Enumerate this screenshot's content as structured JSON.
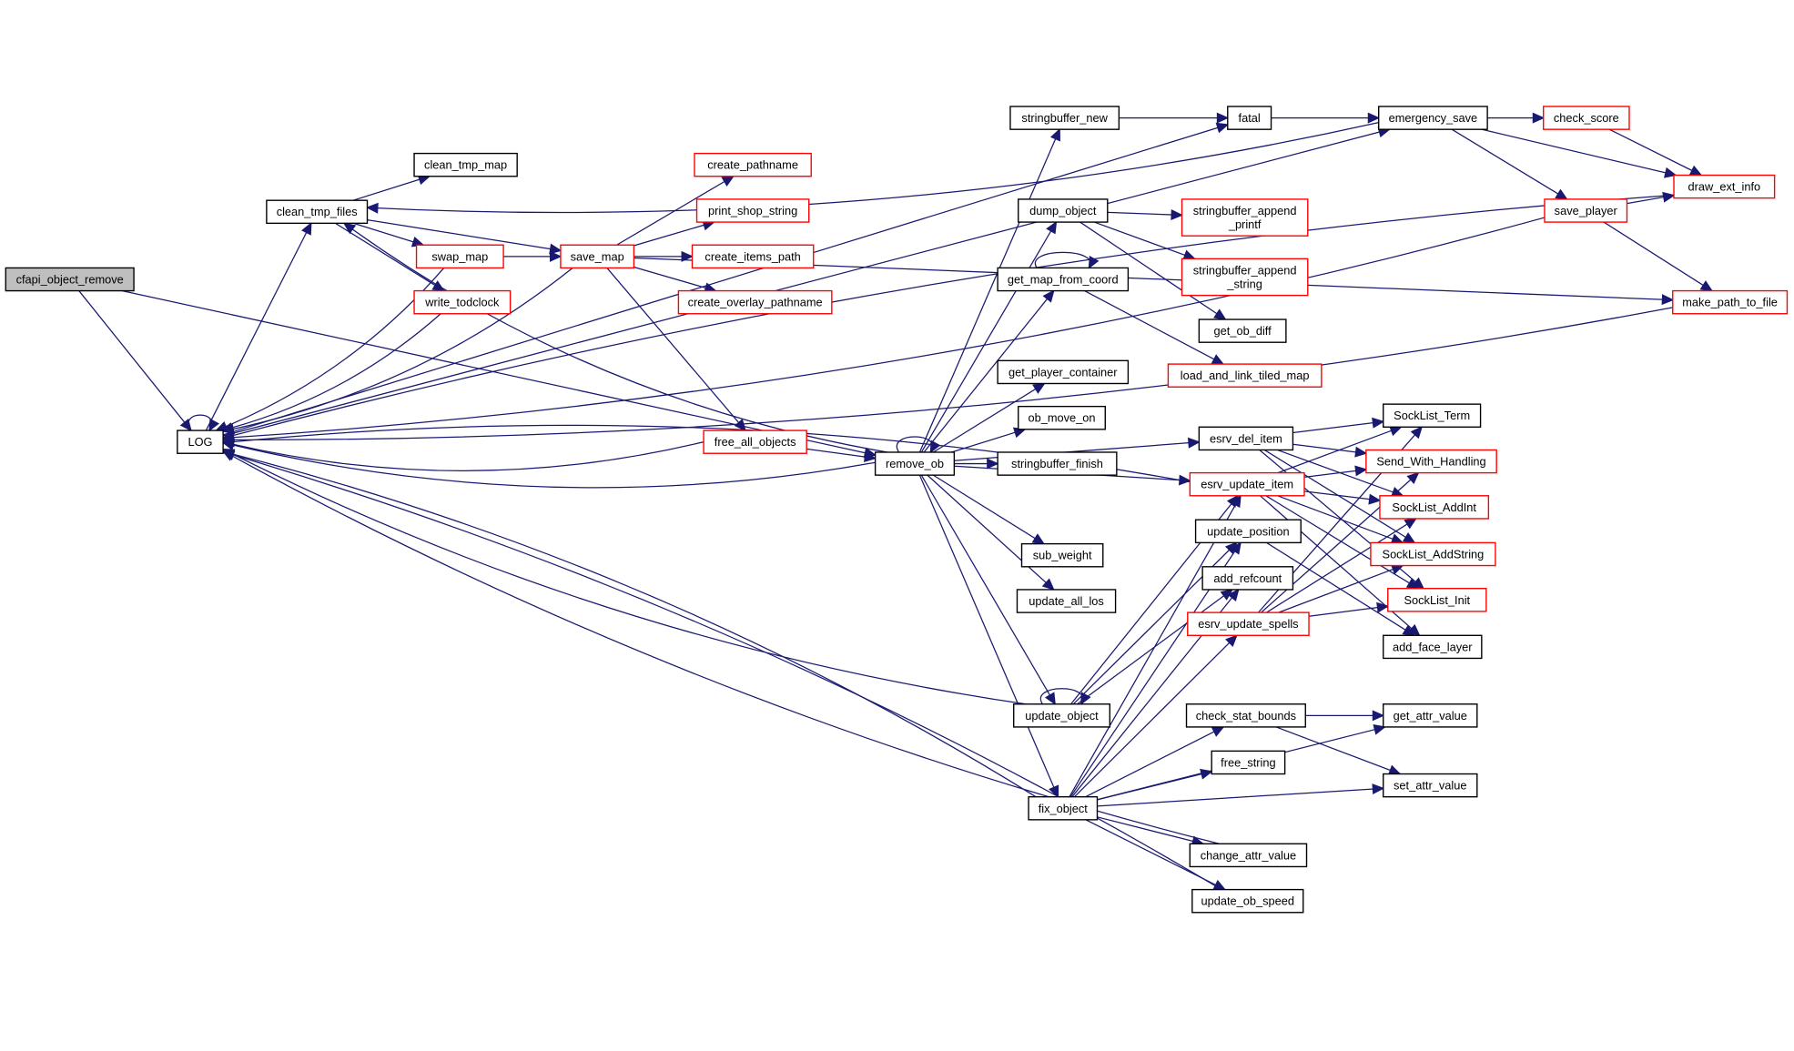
{
  "title": "cfapi_object_remove call graph",
  "colors": {
    "edge": "#191970",
    "node_border": "#000000",
    "node_border_incomplete": "#ff0000",
    "root_fill": "#bfbfbf"
  },
  "nodes": [
    {
      "id": "cfapi_object_remove",
      "label": "cfapi_object_remove",
      "style": "root"
    },
    {
      "id": "LOG",
      "label": "LOG",
      "style": "black"
    },
    {
      "id": "clean_tmp_files",
      "label": "clean_tmp_files",
      "style": "black"
    },
    {
      "id": "clean_tmp_map",
      "label": "clean_tmp_map",
      "style": "black"
    },
    {
      "id": "swap_map",
      "label": "swap_map",
      "style": "red"
    },
    {
      "id": "write_todclock",
      "label": "write_todclock",
      "style": "red"
    },
    {
      "id": "save_map",
      "label": "save_map",
      "style": "red"
    },
    {
      "id": "create_pathname",
      "label": "create_pathname",
      "style": "red"
    },
    {
      "id": "print_shop_string",
      "label": "print_shop_string",
      "style": "red"
    },
    {
      "id": "create_items_path",
      "label": "create_items_path",
      "style": "red"
    },
    {
      "id": "create_overlay_pathname",
      "label": "create_overlay_pathname",
      "style": "red"
    },
    {
      "id": "free_all_objects",
      "label": "free_all_objects",
      "style": "red"
    },
    {
      "id": "remove_ob",
      "label": "remove_ob",
      "style": "black"
    },
    {
      "id": "stringbuffer_new",
      "label": "stringbuffer_new",
      "style": "black"
    },
    {
      "id": "fatal",
      "label": "fatal",
      "style": "black"
    },
    {
      "id": "emergency_save",
      "label": "emergency_save",
      "style": "black"
    },
    {
      "id": "check_score",
      "label": "check_score",
      "style": "red"
    },
    {
      "id": "draw_ext_info",
      "label": "draw_ext_info",
      "style": "red"
    },
    {
      "id": "save_player",
      "label": "save_player",
      "style": "red"
    },
    {
      "id": "make_path_to_file",
      "label": "make_path_to_file",
      "style": "red"
    },
    {
      "id": "dump_object",
      "label": "dump_object",
      "style": "black"
    },
    {
      "id": "stringbuffer_append_printf",
      "label": "stringbuffer_append\n_printf",
      "style": "red"
    },
    {
      "id": "stringbuffer_append_string",
      "label": "stringbuffer_append\n_string",
      "style": "red"
    },
    {
      "id": "get_map_from_coord",
      "label": "get_map_from_coord",
      "style": "black"
    },
    {
      "id": "get_ob_diff",
      "label": "get_ob_diff",
      "style": "black"
    },
    {
      "id": "load_and_link_tiled_map",
      "label": "load_and_link_tiled_map",
      "style": "red"
    },
    {
      "id": "get_player_container",
      "label": "get_player_container",
      "style": "black"
    },
    {
      "id": "ob_move_on",
      "label": "ob_move_on",
      "style": "black"
    },
    {
      "id": "stringbuffer_finish",
      "label": "stringbuffer_finish",
      "style": "black"
    },
    {
      "id": "esrv_del_item",
      "label": "esrv_del_item",
      "style": "black"
    },
    {
      "id": "esrv_update_item",
      "label": "esrv_update_item",
      "style": "red"
    },
    {
      "id": "update_position",
      "label": "update_position",
      "style": "black"
    },
    {
      "id": "add_refcount",
      "label": "add_refcount",
      "style": "black"
    },
    {
      "id": "esrv_update_spells",
      "label": "esrv_update_spells",
      "style": "red"
    },
    {
      "id": "sub_weight",
      "label": "sub_weight",
      "style": "black"
    },
    {
      "id": "update_all_los",
      "label": "update_all_los",
      "style": "black"
    },
    {
      "id": "update_object",
      "label": "update_object",
      "style": "black"
    },
    {
      "id": "fix_object",
      "label": "fix_object",
      "style": "black"
    },
    {
      "id": "SockList_Term",
      "label": "SockList_Term",
      "style": "black"
    },
    {
      "id": "Send_With_Handling",
      "label": "Send_With_Handling",
      "style": "red"
    },
    {
      "id": "SockList_AddInt",
      "label": "SockList_AddInt",
      "style": "red"
    },
    {
      "id": "SockList_AddString",
      "label": "SockList_AddString",
      "style": "red"
    },
    {
      "id": "SockList_Init",
      "label": "SockList_Init",
      "style": "red"
    },
    {
      "id": "add_face_layer",
      "label": "add_face_layer",
      "style": "black"
    },
    {
      "id": "check_stat_bounds",
      "label": "check_stat_bounds",
      "style": "black"
    },
    {
      "id": "get_attr_value",
      "label": "get_attr_value",
      "style": "black"
    },
    {
      "id": "free_string",
      "label": "free_string",
      "style": "black"
    },
    {
      "id": "set_attr_value",
      "label": "set_attr_value",
      "style": "black"
    },
    {
      "id": "change_attr_value",
      "label": "change_attr_value",
      "style": "black"
    },
    {
      "id": "update_ob_speed",
      "label": "update_ob_speed",
      "style": "black"
    }
  ],
  "edges": [
    [
      "cfapi_object_remove",
      "LOG"
    ],
    [
      "cfapi_object_remove",
      "remove_ob"
    ],
    [
      "LOG",
      "LOG"
    ],
    [
      "LOG",
      "clean_tmp_files"
    ],
    [
      "LOG",
      "emergency_save"
    ],
    [
      "LOG",
      "fatal"
    ],
    [
      "clean_tmp_files",
      "clean_tmp_map"
    ],
    [
      "clean_tmp_files",
      "swap_map"
    ],
    [
      "clean_tmp_files",
      "write_todclock"
    ],
    [
      "clean_tmp_files",
      "save_map"
    ],
    [
      "swap_map",
      "LOG"
    ],
    [
      "swap_map",
      "save_map"
    ],
    [
      "write_todclock",
      "LOG"
    ],
    [
      "save_map",
      "create_pathname"
    ],
    [
      "save_map",
      "print_shop_string"
    ],
    [
      "save_map",
      "create_items_path"
    ],
    [
      "save_map",
      "create_overlay_pathname"
    ],
    [
      "save_map",
      "free_all_objects"
    ],
    [
      "save_map",
      "LOG"
    ],
    [
      "save_map",
      "make_path_to_file"
    ],
    [
      "free_all_objects",
      "LOG"
    ],
    [
      "free_all_objects",
      "remove_ob"
    ],
    [
      "remove_ob",
      "LOG"
    ],
    [
      "remove_ob",
      "remove_ob"
    ],
    [
      "remove_ob",
      "stringbuffer_new"
    ],
    [
      "remove_ob",
      "dump_object"
    ],
    [
      "remove_ob",
      "get_map_from_coord"
    ],
    [
      "remove_ob",
      "get_player_container"
    ],
    [
      "remove_ob",
      "ob_move_on"
    ],
    [
      "remove_ob",
      "stringbuffer_finish"
    ],
    [
      "remove_ob",
      "esrv_del_item"
    ],
    [
      "remove_ob",
      "sub_weight"
    ],
    [
      "remove_ob",
      "update_all_los"
    ],
    [
      "remove_ob",
      "update_object"
    ],
    [
      "remove_ob",
      "fix_object"
    ],
    [
      "remove_ob",
      "esrv_update_item"
    ],
    [
      "remove_ob",
      "clean_tmp_files"
    ],
    [
      "stringbuffer_new",
      "fatal"
    ],
    [
      "fatal",
      "emergency_save"
    ],
    [
      "emergency_save",
      "check_score"
    ],
    [
      "emergency_save",
      "draw_ext_info"
    ],
    [
      "emergency_save",
      "save_player"
    ],
    [
      "emergency_save",
      "clean_tmp_files"
    ],
    [
      "check_score",
      "draw_ext_info"
    ],
    [
      "save_player",
      "draw_ext_info"
    ],
    [
      "save_player",
      "make_path_to_file"
    ],
    [
      "save_player",
      "LOG"
    ],
    [
      "draw_ext_info",
      "LOG"
    ],
    [
      "make_path_to_file",
      "LOG"
    ],
    [
      "dump_object",
      "stringbuffer_append_printf"
    ],
    [
      "dump_object",
      "stringbuffer_append_string"
    ],
    [
      "dump_object",
      "get_ob_diff"
    ],
    [
      "get_map_from_coord",
      "get_map_from_coord"
    ],
    [
      "get_map_from_coord",
      "load_and_link_tiled_map"
    ],
    [
      "esrv_del_item",
      "SockList_Term"
    ],
    [
      "esrv_del_item",
      "Send_With_Handling"
    ],
    [
      "esrv_del_item",
      "SockList_AddInt"
    ],
    [
      "esrv_del_item",
      "SockList_AddString"
    ],
    [
      "esrv_del_item",
      "SockList_Init"
    ],
    [
      "esrv_update_item",
      "SockList_Term"
    ],
    [
      "esrv_update_item",
      "Send_With_Handling"
    ],
    [
      "esrv_update_item",
      "SockList_AddInt"
    ],
    [
      "esrv_update_item",
      "SockList_AddString"
    ],
    [
      "esrv_update_item",
      "SockList_Init"
    ],
    [
      "esrv_update_item",
      "add_face_layer"
    ],
    [
      "esrv_update_item",
      "LOG"
    ],
    [
      "esrv_update_spells",
      "SockList_Term"
    ],
    [
      "esrv_update_spells",
      "Send_With_Handling"
    ],
    [
      "esrv_update_spells",
      "SockList_AddInt"
    ],
    [
      "esrv_update_spells",
      "SockList_AddString"
    ],
    [
      "esrv_update_spells",
      "SockList_Init"
    ],
    [
      "update_object",
      "update_object"
    ],
    [
      "update_object",
      "update_position"
    ],
    [
      "update_object",
      "esrv_update_item"
    ],
    [
      "update_object",
      "LOG"
    ],
    [
      "update_object",
      "add_refcount"
    ],
    [
      "update_position",
      "add_face_layer"
    ],
    [
      "fix_object",
      "update_position"
    ],
    [
      "fix_object",
      "esrv_update_item"
    ],
    [
      "fix_object",
      "add_refcount"
    ],
    [
      "fix_object",
      "esrv_update_spells"
    ],
    [
      "fix_object",
      "check_stat_bounds"
    ],
    [
      "fix_object",
      "free_string"
    ],
    [
      "fix_object",
      "set_attr_value"
    ],
    [
      "fix_object",
      "get_attr_value"
    ],
    [
      "fix_object",
      "change_attr_value"
    ],
    [
      "fix_object",
      "update_ob_speed"
    ],
    [
      "fix_object",
      "LOG"
    ],
    [
      "check_stat_bounds",
      "get_attr_value"
    ],
    [
      "check_stat_bounds",
      "set_attr_value"
    ],
    [
      "change_attr_value",
      "LOG"
    ],
    [
      "update_ob_speed",
      "LOG"
    ]
  ]
}
